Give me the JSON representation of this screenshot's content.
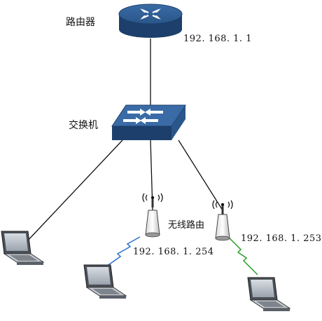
{
  "labels": {
    "router": "路由器",
    "router_ip": "192. 168. 1. 1",
    "switch": "交换机",
    "wireless_router": "无线路由",
    "ap1_ip": "192. 168. 1. 254",
    "ap2_ip": "192. 168. 1. 253"
  },
  "colors": {
    "device_blue": "#2f5d94",
    "device_dark": "#1d3f6b",
    "line": "#111111",
    "wireless_link_blue": "#2a6fd1",
    "wireless_link_green": "#2aa02a"
  },
  "icons": {
    "router": "router-icon",
    "switch": "switch-icon",
    "wireless_router": "wireless-router-icon",
    "laptop": "laptop-icon"
  }
}
